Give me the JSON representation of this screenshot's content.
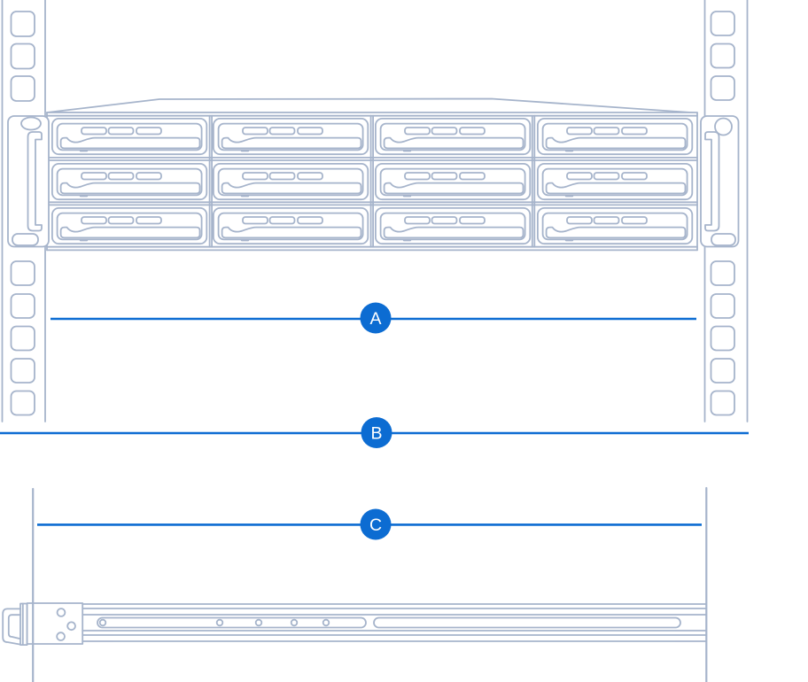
{
  "callouts": {
    "a": {
      "label": "A"
    },
    "b": {
      "label": "B"
    },
    "c": {
      "label": "C"
    }
  },
  "colors": {
    "accent": "#0c6cd2",
    "line_art": "#a6b4cb",
    "background": "#ffffff",
    "label_text": "#ffffff"
  }
}
